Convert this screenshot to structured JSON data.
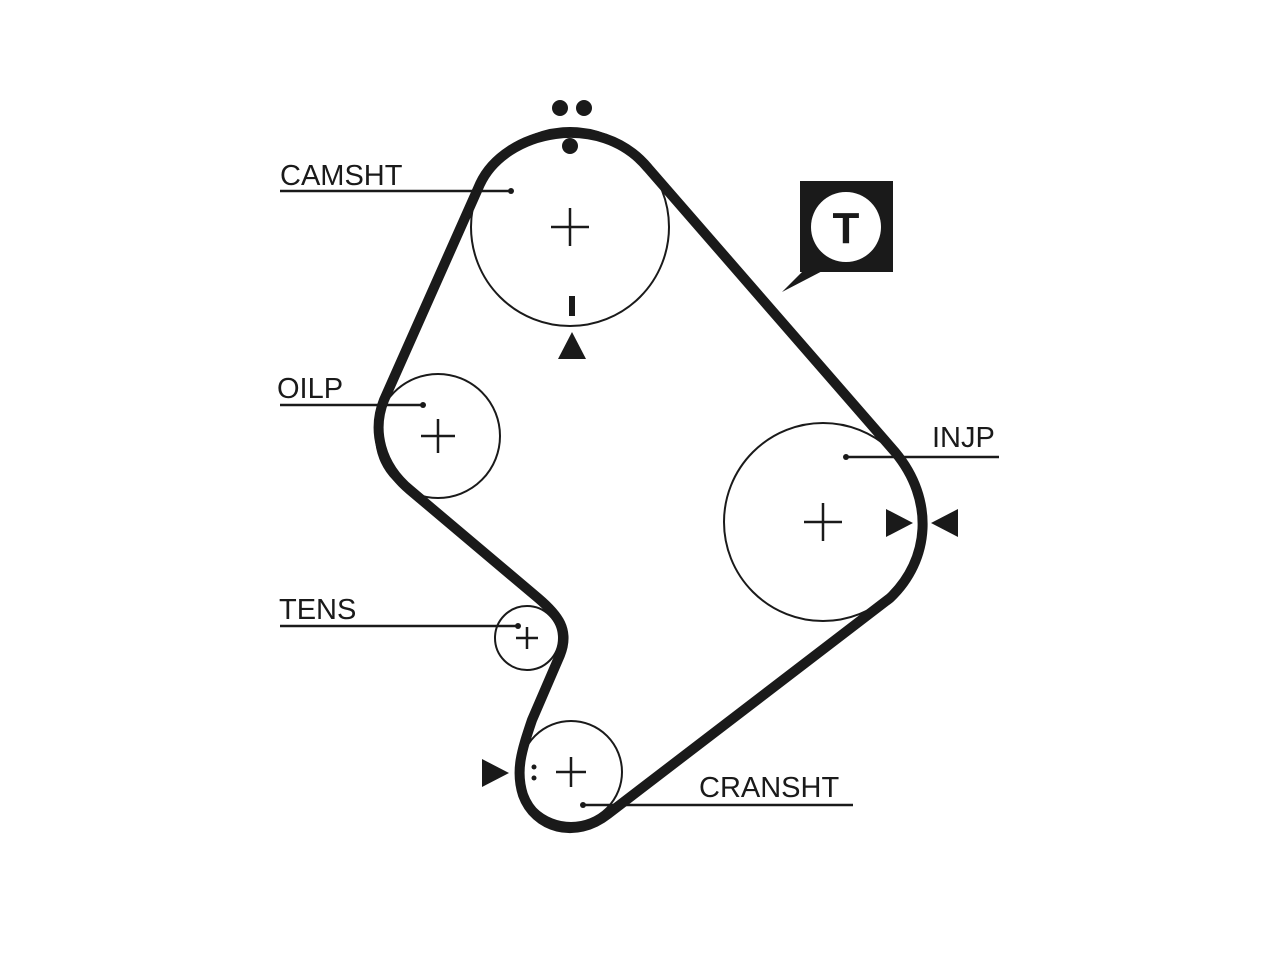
{
  "labels": {
    "camshaft": "CAMSHT",
    "oil_pump": "OILP",
    "tensioner": "TENS",
    "injection_pump": "INJP",
    "crankshaft": "CRANSHT"
  },
  "badge": {
    "letter": "T"
  },
  "colors": {
    "ink": "#1a1a1a",
    "background": "#ffffff"
  }
}
